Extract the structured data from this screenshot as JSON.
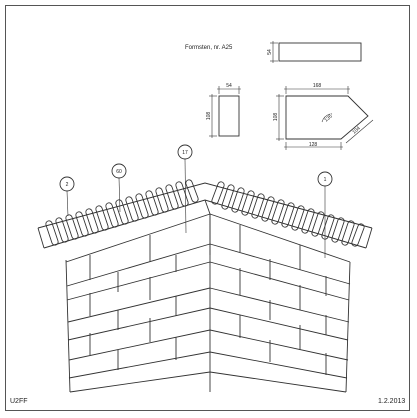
{
  "drawing": {
    "title": "Formsten, nr. A25",
    "code": "U2FF",
    "date": "1.2.2013"
  },
  "dimensions": {
    "top_height": "54",
    "small_width": "54",
    "small_height": "108",
    "shape_top": "168",
    "shape_height": "108",
    "shape_bottom": "128",
    "shape_angle": "135°",
    "shape_diagonal": "104"
  },
  "callouts": [
    {
      "id": "2"
    },
    {
      "id": "60"
    },
    {
      "id": "17"
    },
    {
      "id": "1"
    }
  ]
}
